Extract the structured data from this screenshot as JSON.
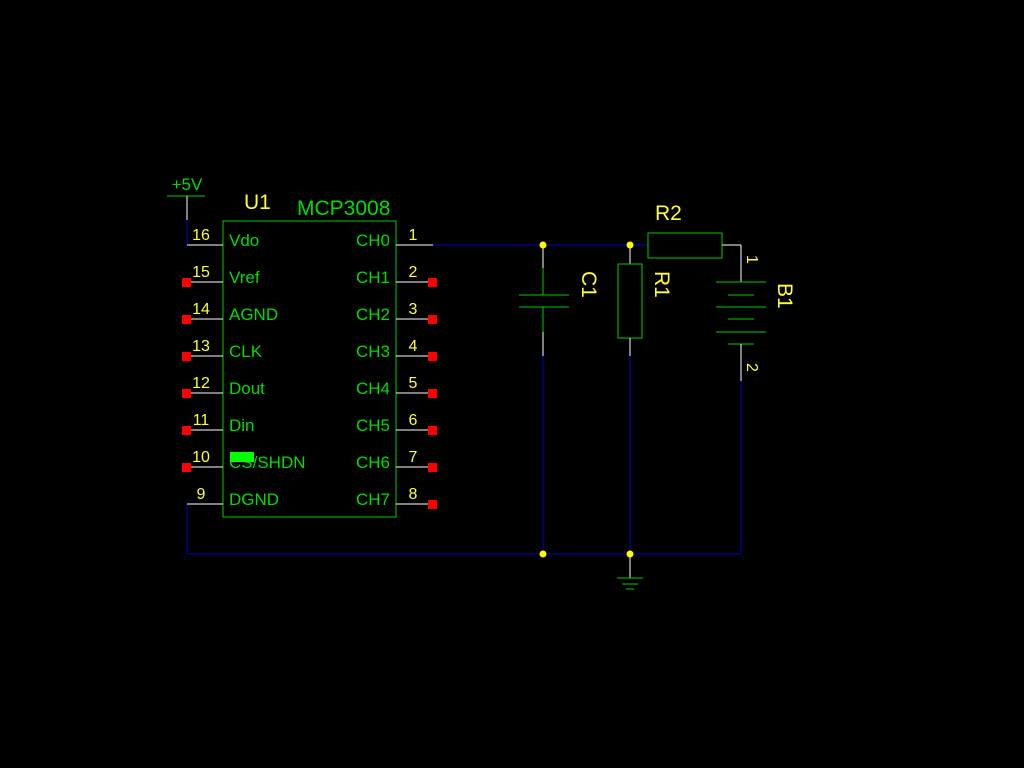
{
  "colors": {
    "background": "#000000",
    "component": "#00cc00",
    "label_green": "#00dd00",
    "label_yellow": "#ffff33",
    "wire": "#0000cc",
    "pin_line": "#ffffff",
    "unconnected_marker": "#ff0000",
    "junction": "#ffff00",
    "cursor": "#00ff00"
  },
  "power": {
    "label": "+5V"
  },
  "ic": {
    "ref": "U1",
    "part": "MCP3008",
    "left_pins": [
      {
        "num": "16",
        "name": "Vdo"
      },
      {
        "num": "15",
        "name": "Vref"
      },
      {
        "num": "14",
        "name": "AGND"
      },
      {
        "num": "13",
        "name": "CLK"
      },
      {
        "num": "12",
        "name": "Dout"
      },
      {
        "num": "11",
        "name": "Din"
      },
      {
        "num": "10",
        "name": "CS/SHDN"
      },
      {
        "num": "9",
        "name": "DGND"
      }
    ],
    "right_pins": [
      {
        "num": "1",
        "name": "CH0"
      },
      {
        "num": "2",
        "name": "CH1"
      },
      {
        "num": "3",
        "name": "CH2"
      },
      {
        "num": "4",
        "name": "CH3"
      },
      {
        "num": "5",
        "name": "CH4"
      },
      {
        "num": "6",
        "name": "CH5"
      },
      {
        "num": "7",
        "name": "CH6"
      },
      {
        "num": "8",
        "name": "CH7"
      }
    ]
  },
  "components": {
    "capacitor": {
      "ref": "C1"
    },
    "resistor_vertical": {
      "ref": "R1"
    },
    "resistor_horizontal": {
      "ref": "R2"
    },
    "battery": {
      "ref": "B1",
      "pin_top": "1",
      "pin_bottom": "2"
    }
  }
}
